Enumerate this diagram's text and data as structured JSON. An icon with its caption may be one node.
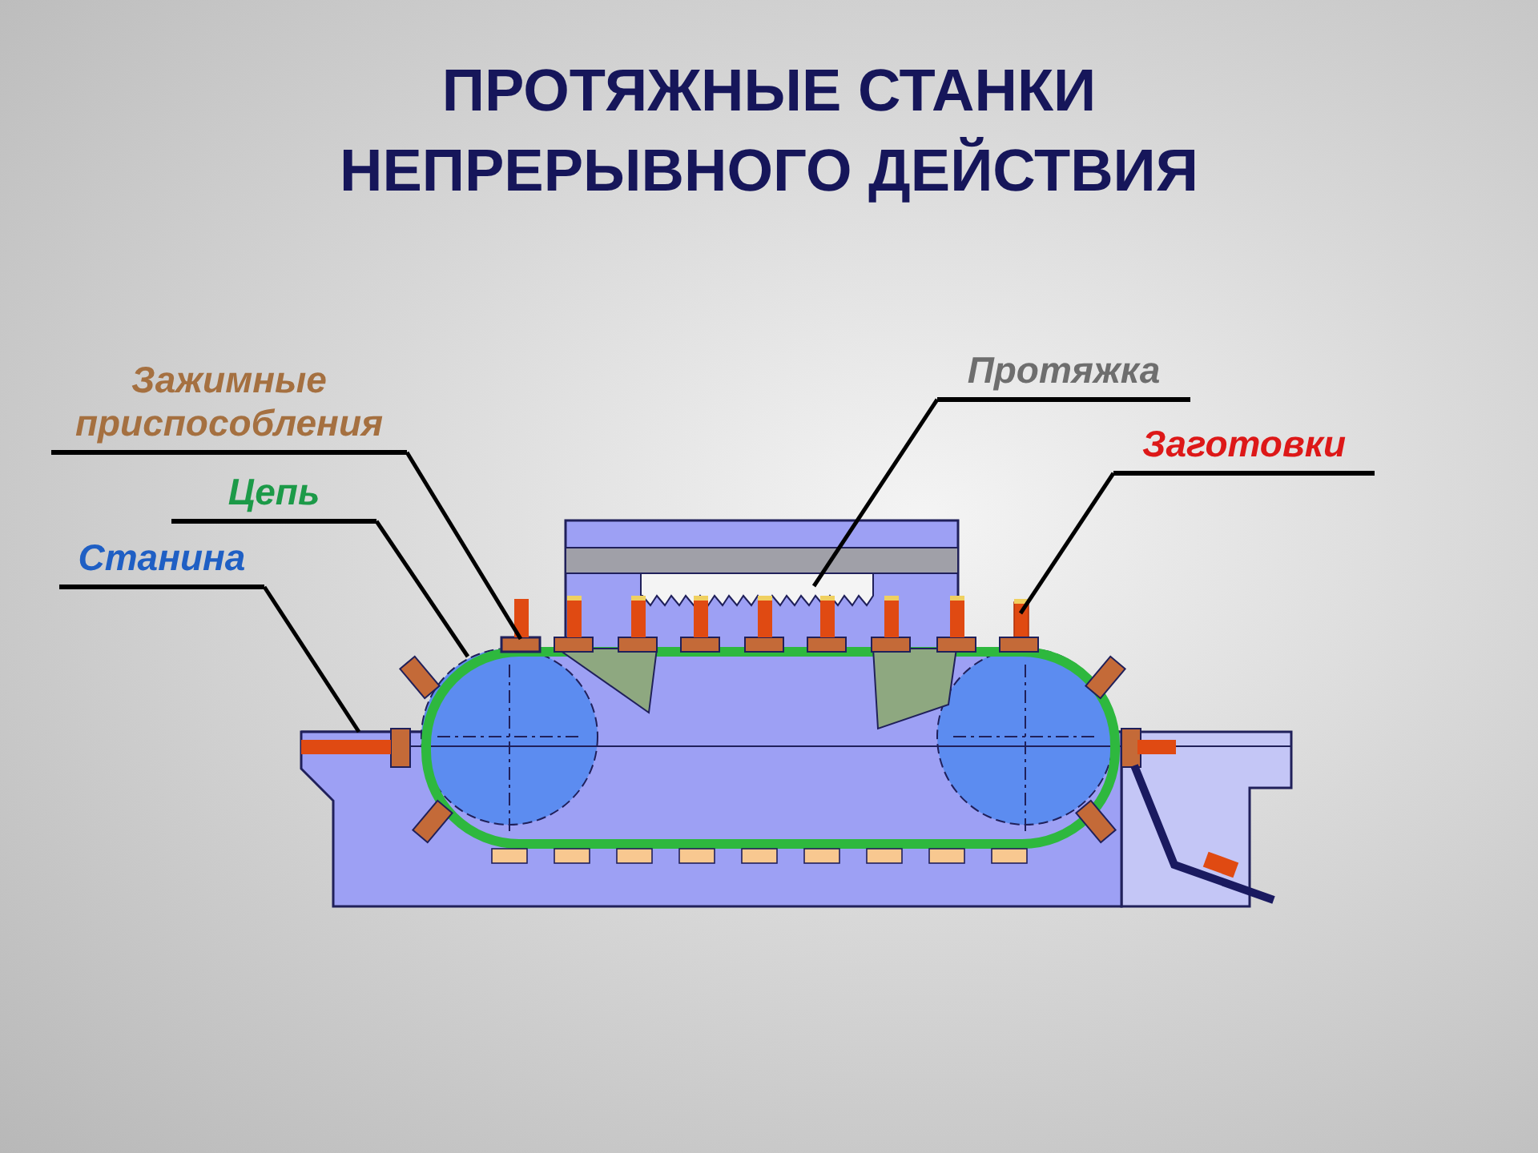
{
  "diagram": {
    "title": "ПРОТЯЖНЫЕ СТАНКИ НЕПРЕРЫВНОГО ДЕЙСТВИЯ",
    "nodes": [
      {
        "text": [
          "Зажимные приспособления"
        ]
      },
      {
        "text": [
          "Протяжка"
        ]
      },
      {
        "text": [
          "Заготовки"
        ]
      },
      {
        "text": [
          "Цепь"
        ]
      },
      {
        "text": [
          "Станина"
        ]
      },
      {
        "text": [],
        "shape": "box"
      },
      {
        "text": [],
        "shape": "bar"
      },
      {
        "text": [],
        "shape": "box"
      },
      {
        "text": [],
        "shape": "bar"
      },
      {
        "text": [],
        "shape": "box"
      }
    ],
    "edges": [
      {
        "from": 0,
        "to": 5,
        "arrow": "none"
      },
      {
        "from": 1,
        "to": 6,
        "arrow": "none"
      },
      {
        "from": 2,
        "to": 7,
        "arrow": "none"
      },
      {
        "from": 3,
        "to": 8,
        "arrow": "none"
      },
      {
        "from": 4,
        "to": 9,
        "arrow": "none"
      }
    ]
  }
}
